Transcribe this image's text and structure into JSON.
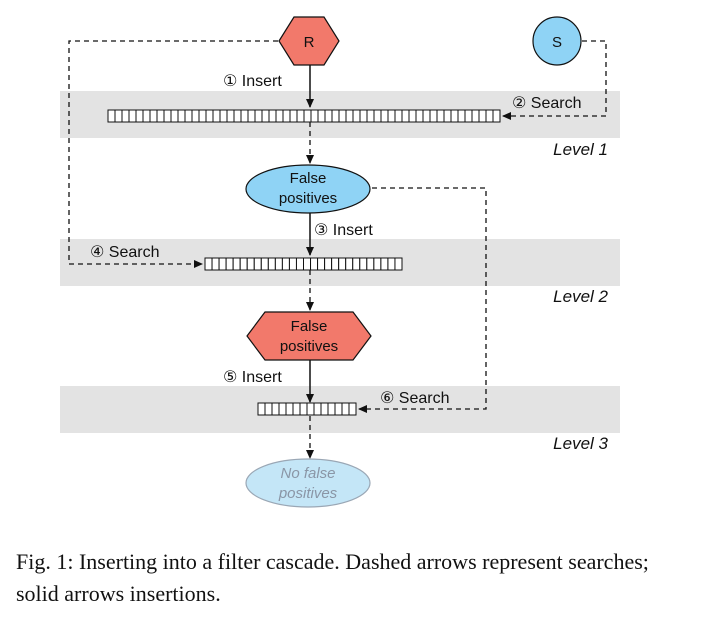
{
  "nodes": {
    "r": "R",
    "s": "S",
    "fp1_line1": "False",
    "fp1_line2": "positives",
    "fp2_line1": "False",
    "fp2_line2": "positives",
    "nfp_line1": "No false",
    "nfp_line2": "positives"
  },
  "edges": {
    "e1": "① Insert",
    "e2": "② Search",
    "e3": "③ Insert",
    "e4": "④ Search",
    "e5": "⑤ Insert",
    "e6": "⑥ Search"
  },
  "levels": [
    "Level 1",
    "Level 2",
    "Level 3"
  ],
  "caption": "Fig. 1: Inserting into a filter cascade. Dashed arrows represent searches; solid arrows insertions.",
  "colors": {
    "hexagon_fill": "#f2796b",
    "ellipse_fill": "#8fd3f5",
    "faded_fill": "#c4e6f7",
    "band_fill": "#e3e3e3"
  }
}
